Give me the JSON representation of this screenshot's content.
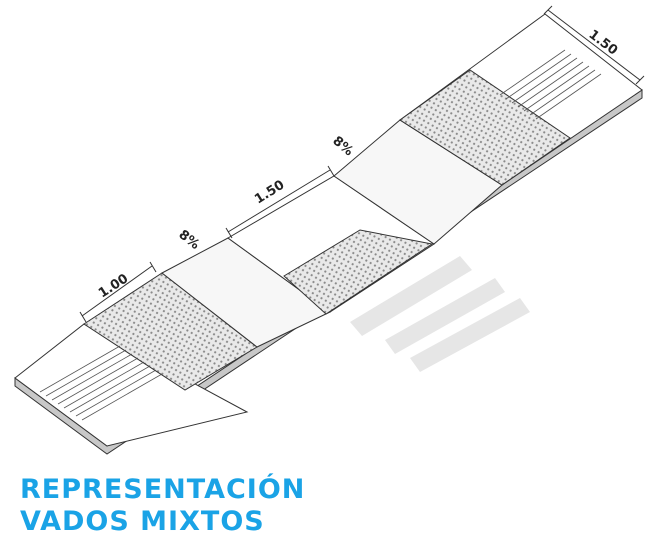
{
  "diagram": {
    "dimensions": {
      "left_strip_width": "1.00",
      "ramp_left_slope": "8%",
      "center_width": "1.50",
      "ramp_right_slope": "8%",
      "right_width": "1.50"
    }
  },
  "caption": {
    "line1": "REPRESENTACIÓN",
    "line2": "VADOS MIXTOS",
    "color": "#1aa3e6"
  },
  "colors": {
    "stroke": "#333333",
    "tactile_fill": "#bdbdbd",
    "crosswalk": "#e6e6e6"
  }
}
